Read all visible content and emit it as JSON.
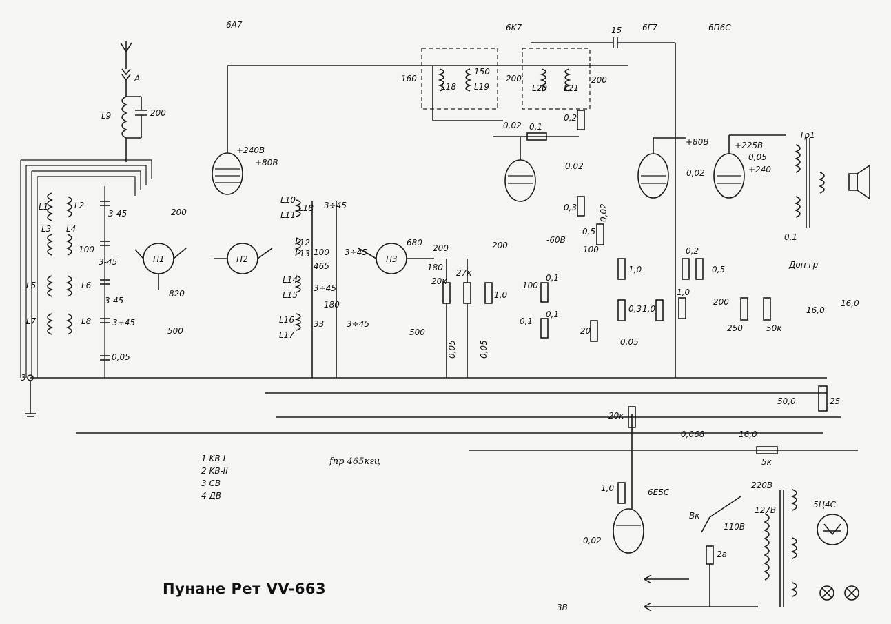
{
  "title": "Пунане Рет VV-663",
  "legend": [
    "1 KB-I",
    "2 KB-II",
    "3 CB",
    "4 ДB"
  ],
  "if_frequency": "fпр 465кгц",
  "tubes": {
    "mixer": "6A7",
    "if_amp": "6K7",
    "detector": "6Г7",
    "output": "6П6C",
    "tuning_indicator": "6E5C",
    "rectifier": "5Ц4C"
  },
  "voltages": {
    "v240": "+240B",
    "v80a": "+80B",
    "v60": "-60B",
    "v80b": "+80B",
    "v225": "+225B",
    "v240b": "+240",
    "mains220": "220B",
    "mains127": "127B",
    "mains110": "110B"
  },
  "labels": {
    "antenna": "A",
    "ground": "3",
    "transformer_tr1": "Tp1",
    "dop_gr": "Доп гр",
    "switch": "Bк",
    "fuse": "2a",
    "chassis_3b": "3B"
  },
  "coils": [
    "L1",
    "L2",
    "L3",
    "L4",
    "L5",
    "L6",
    "L7",
    "L8",
    "L9",
    "L10",
    "L11",
    "L12",
    "L13",
    "L14",
    "L15",
    "L16",
    "L17",
    "L18",
    "L19",
    "L20",
    "L21"
  ],
  "switches": [
    "П1",
    "П2",
    "П3"
  ],
  "component_values": {
    "c200_ant": "200",
    "c3_45_a": "3-45",
    "c3_45_b": "3-45",
    "c3_45_c": "3-45",
    "c3_45_d": "3÷45",
    "c100_l4": "100",
    "c0_05_l8": "0,05",
    "c200_6a7": "200",
    "c500_a": "500",
    "c820": "820",
    "c3_45_l10": "3÷45",
    "c100_l13": "100",
    "c3_45_l13": "3÷45",
    "c465": "465",
    "c3_45_l15": "3÷45",
    "c180": "180",
    "c33": "33",
    "c3_45_l17": "3÷45",
    "c680": "680",
    "c200_p3": "200",
    "c180_p3": "180",
    "c500_b": "500",
    "r20k": "20к",
    "r27k": "27к",
    "c0_05_a": "0,05",
    "c0_05_b": "0,05",
    "c160": "160",
    "c150": "150",
    "c200_l20": "200",
    "c200_l21": "200",
    "c0_02_a": "0,02",
    "r0_1_a": "0,1",
    "c15": "15",
    "c0_02_b": "0,02",
    "r0_2_a": "0,2",
    "r0_3_a": "0,3",
    "c0_02_c": "0,02",
    "r0_5_pot": "0,5",
    "c100_a": "100",
    "c200_6k7": "200",
    "r1_0_6k7": "1,0",
    "c100_b": "100",
    "r0_1_b": "0,1",
    "r0_1_c": "0,1",
    "c0_1": "0,1",
    "r20_a": "20",
    "r1_0_a": "1,0",
    "r0_3_b": "0,3",
    "c0_05_c": "0,05",
    "c0_02_d": "0,02",
    "r1_0_b": "1,0",
    "r0_2_b": "0,2",
    "r1_0_c": "1,0",
    "r0_5_b": "0,5",
    "c200_6g7": "200",
    "c0_05_d": "0,05",
    "c0_1_b": "0,1",
    "r250": "250",
    "r50k": "50к",
    "c16_a": "16,0",
    "c16_b": "16,0",
    "c50": "50,0",
    "r25": "25",
    "c0_068": "0,068",
    "c16_c": "16,0",
    "r5k": "5к",
    "r20k_b": "20к",
    "r1_0_6e5": "1,0",
    "c0_02_e": "0,02"
  }
}
